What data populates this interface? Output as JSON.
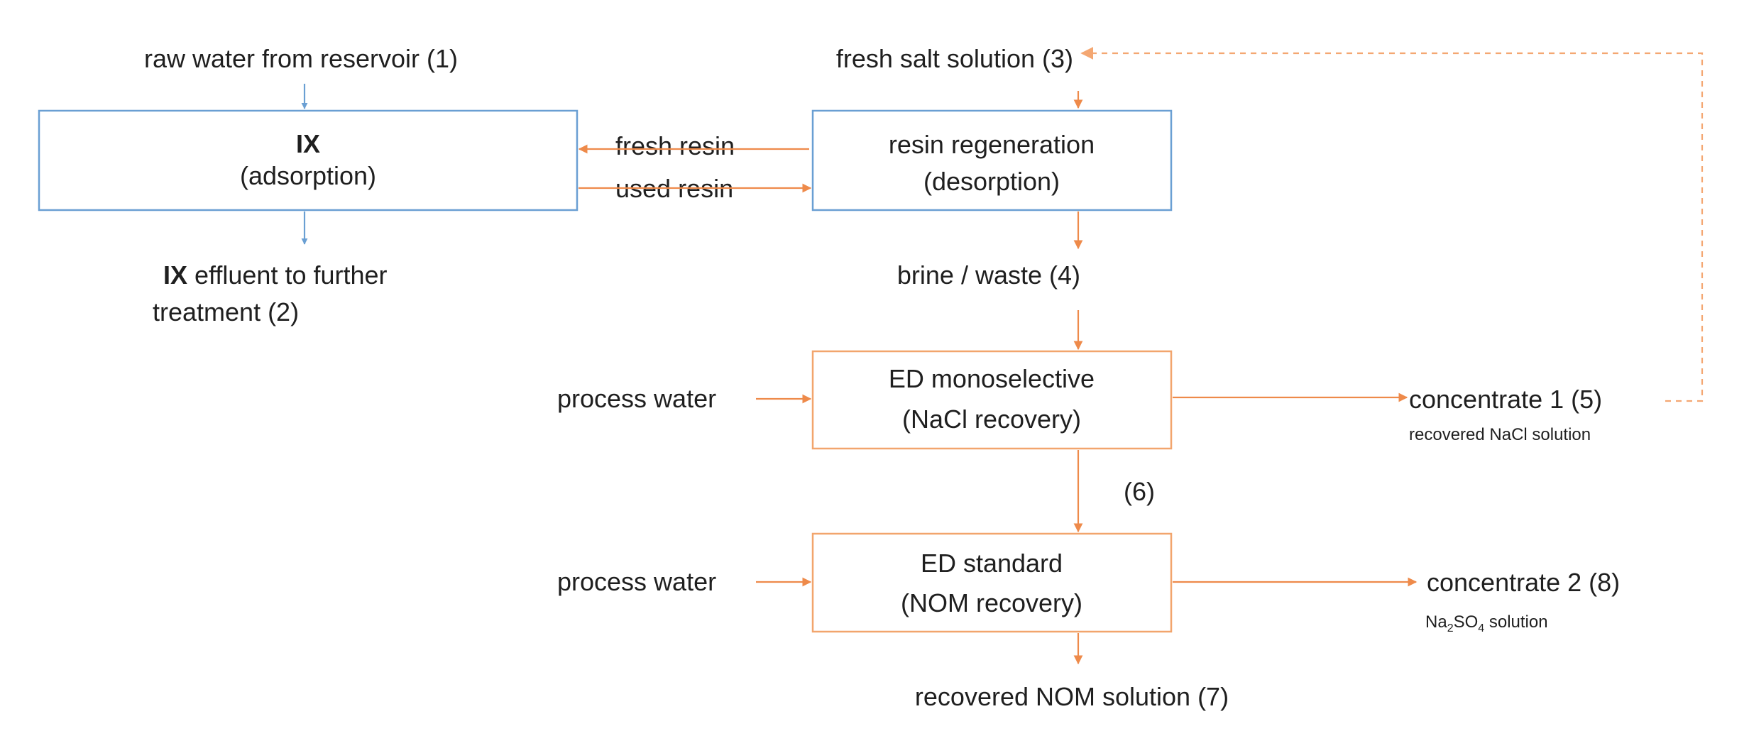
{
  "nodes": {
    "ix": {
      "title": "IX",
      "subtitle": "(adsorption)"
    },
    "regeneration": {
      "title": "resin regeneration",
      "subtitle": "(desorption)"
    },
    "ed_mono": {
      "title": "ED monoselective",
      "subtitle": "(NaCl recovery)"
    },
    "ed_std": {
      "title": "ED standard",
      "subtitle": "(NOM recovery)"
    }
  },
  "labels": {
    "raw_water": "raw water from reservoir (1)",
    "ix_effluent_bold": "IX",
    "ix_effluent_line1": " effluent to further",
    "ix_effluent_line2": "treatment (2)",
    "fresh_salt": "fresh salt solution (3)",
    "fresh_resin": "fresh resin",
    "used_resin": "used resin",
    "brine": "brine / waste (4)",
    "process_water_1": "process water",
    "process_water_2": "process water",
    "concentrate1": "concentrate 1 (5)",
    "concentrate1_note": "recovered NaCl solution",
    "stream6": "(6)",
    "concentrate2": "concentrate 2 (8)",
    "na2so4_a": "Na",
    "na2so4_b": "2",
    "na2so4_c": "SO",
    "na2so4_d": "4",
    "na2so4_e": " solution",
    "nom_solution": "recovered NOM solution (7)"
  },
  "colors": {
    "ix_stream": "#6a9fd3",
    "recovery_stream": "#ee8a4a"
  }
}
